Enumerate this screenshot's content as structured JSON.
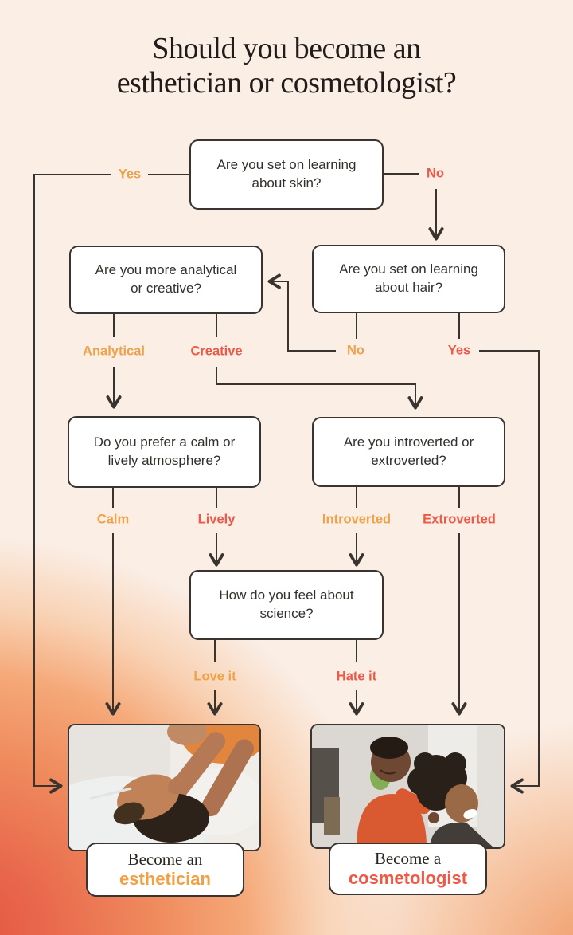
{
  "title": {
    "line1": "Should you become an",
    "line2": "esthetician or cosmetologist?"
  },
  "colors": {
    "background": "#FAEEE5",
    "accent_orange": "#F0A147",
    "accent_red": "#EE5847",
    "line": "#393430",
    "card_background": "#FFFFFF",
    "title_text": "#211C19",
    "question_text": "#332F2B",
    "gradient_orange": "#EF8A5C",
    "gradient_red": "#E4523F"
  },
  "flow": {
    "skin": {
      "question": "Are you set on learning about skin?",
      "branches": {
        "yes": "Yes",
        "no": "No"
      }
    },
    "analytical_creative": {
      "question": "Are you more analytical or creative?",
      "branches": {
        "analytical": "Analytical",
        "creative": "Creative"
      }
    },
    "hair": {
      "question": "Are you set on learning about hair?",
      "branches": {
        "no": "No",
        "yes": "Yes"
      }
    },
    "atmosphere": {
      "question": "Do you prefer a calm or lively atmosphere?",
      "branches": {
        "calm": "Calm",
        "lively": "Lively"
      }
    },
    "introvert_extrovert": {
      "question": "Are you introverted or extroverted?",
      "branches": {
        "introverted": "Introverted",
        "extroverted": "Extroverted"
      }
    },
    "science": {
      "question": "How do you feel about science?",
      "branches": {
        "love": "Love it",
        "hate": "Hate it"
      }
    }
  },
  "outcomes": {
    "esthetician": {
      "prefix": "Become an",
      "career": "esthetician",
      "image": "man receiving facial treatment from esthetician"
    },
    "cosmetologist": {
      "prefix": "Become a",
      "career": "cosmetologist",
      "image": "cosmetologist styling curly hair of laughing client"
    }
  }
}
